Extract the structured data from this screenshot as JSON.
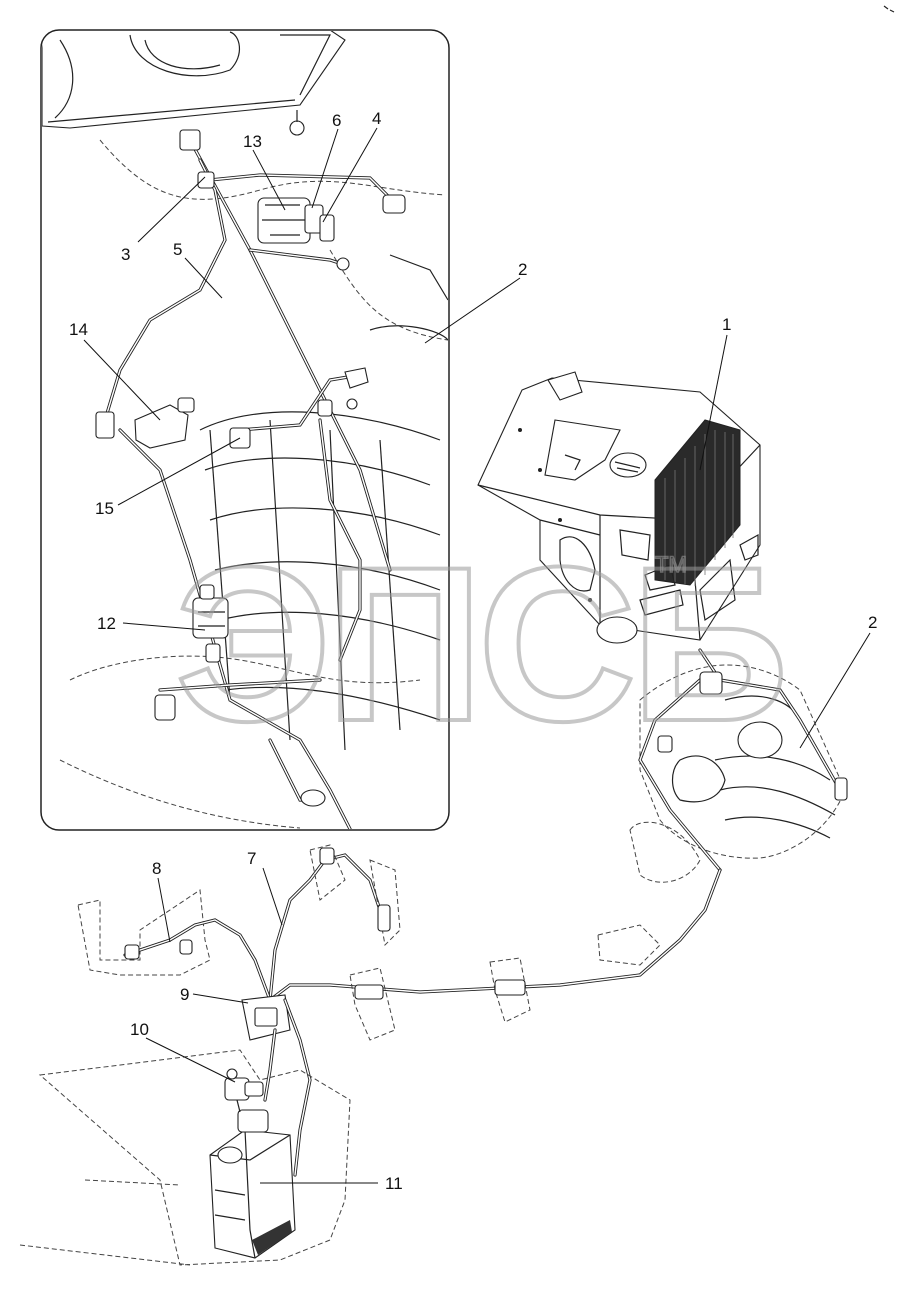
{
  "watermark": {
    "text": "ЭПСБ",
    "mark": "TM"
  },
  "callouts": [
    {
      "id": "c1",
      "label": "1"
    },
    {
      "id": "c2a",
      "label": "2"
    },
    {
      "id": "c2b",
      "label": "2"
    },
    {
      "id": "c3",
      "label": "3"
    },
    {
      "id": "c4",
      "label": "4"
    },
    {
      "id": "c5",
      "label": "5"
    },
    {
      "id": "c6",
      "label": "6"
    },
    {
      "id": "c7",
      "label": "7"
    },
    {
      "id": "c8",
      "label": "8"
    },
    {
      "id": "c9",
      "label": "9"
    },
    {
      "id": "c10",
      "label": "10"
    },
    {
      "id": "c11",
      "label": "11"
    },
    {
      "id": "c12",
      "label": "12"
    },
    {
      "id": "c13",
      "label": "13"
    },
    {
      "id": "c14",
      "label": "14"
    },
    {
      "id": "c15",
      "label": "15"
    }
  ],
  "colors": {
    "line": "#222222",
    "watermark": "#9a9a9a",
    "background": "#ffffff"
  }
}
